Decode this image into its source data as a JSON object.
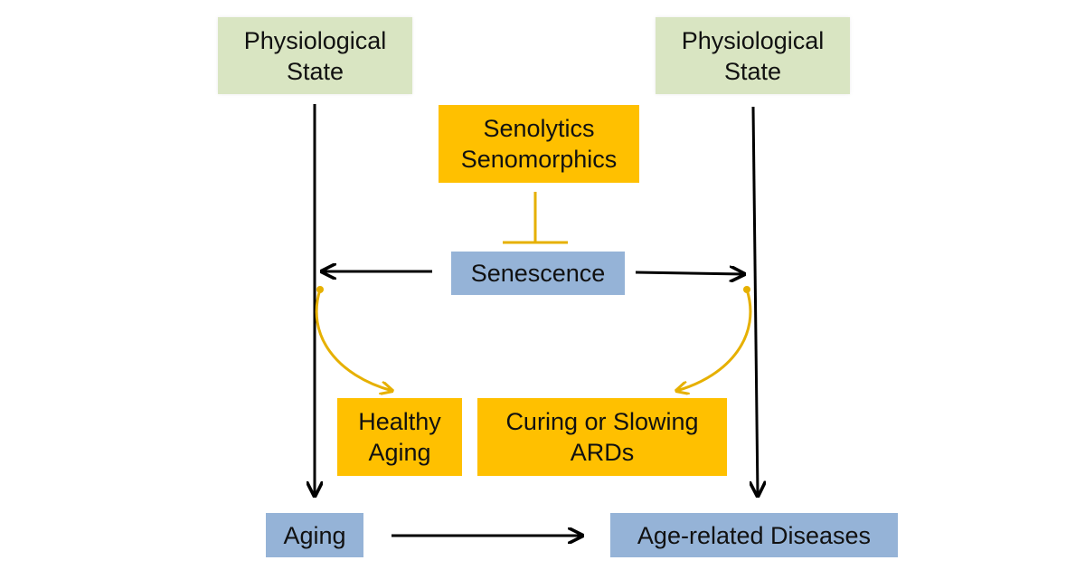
{
  "colors": {
    "state_fill": "#d9e5c2",
    "intervention_fill": "#ffc000",
    "outcome_fill": "#95b3d7",
    "arrow_black": "#000000",
    "arrow_gold": "#e6b000"
  },
  "nodes": {
    "state_left": {
      "line1": "Physiological",
      "line2": "State"
    },
    "state_right": {
      "line1": "Physiological",
      "line2": "State"
    },
    "senolytics": {
      "line1": "Senolytics",
      "line2": "Senomorphics"
    },
    "senescence": {
      "label": "Senescence"
    },
    "healthy_aging": {
      "line1": "Healthy",
      "line2": "Aging"
    },
    "curing": {
      "line1": "Curing or Slowing",
      "line2": "ARDs"
    },
    "aging": {
      "label": "Aging"
    },
    "ard": {
      "label": "Age-related Diseases"
    }
  }
}
